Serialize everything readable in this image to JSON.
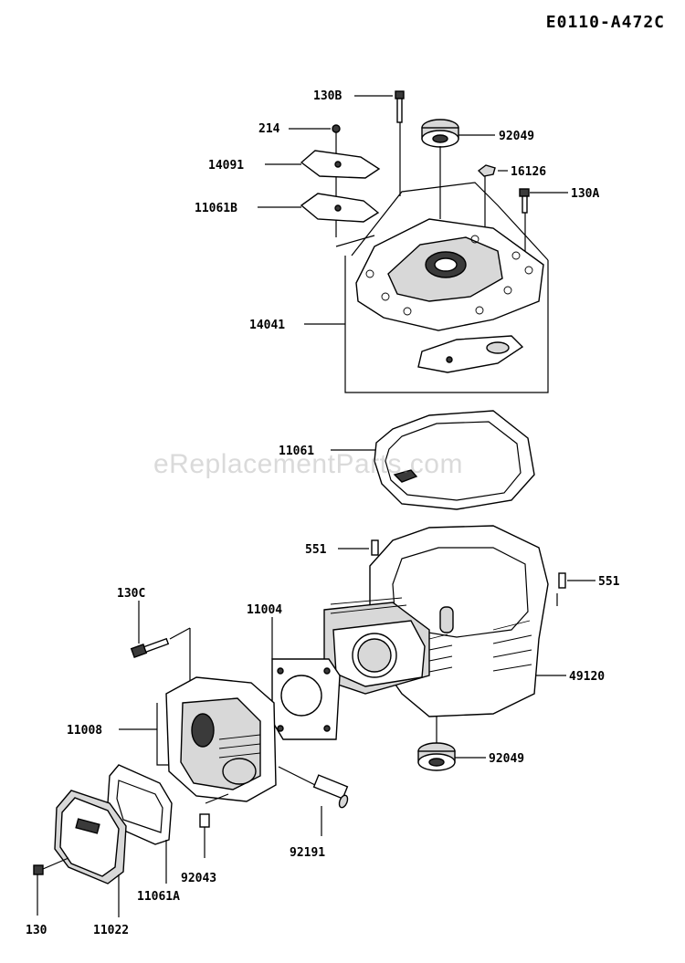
{
  "diagram_code": "E0110-A472C",
  "watermark": "eReplacementParts.com",
  "labels": {
    "p130B": "130B",
    "p214": "214",
    "p92049_top": "92049",
    "p14091": "14091",
    "p16126": "16126",
    "p130A": "130A",
    "p11061B": "11061B",
    "p14041": "14041",
    "p11061": "11061",
    "p551_left": "551",
    "p551_right": "551",
    "p130C": "130C",
    "p11004": "11004",
    "p49120": "49120",
    "p11008": "11008",
    "p92049_bottom": "92049",
    "p92043": "92043",
    "p92191": "92191",
    "p130": "130",
    "p11022": "11022",
    "p11061A": "11061A"
  }
}
